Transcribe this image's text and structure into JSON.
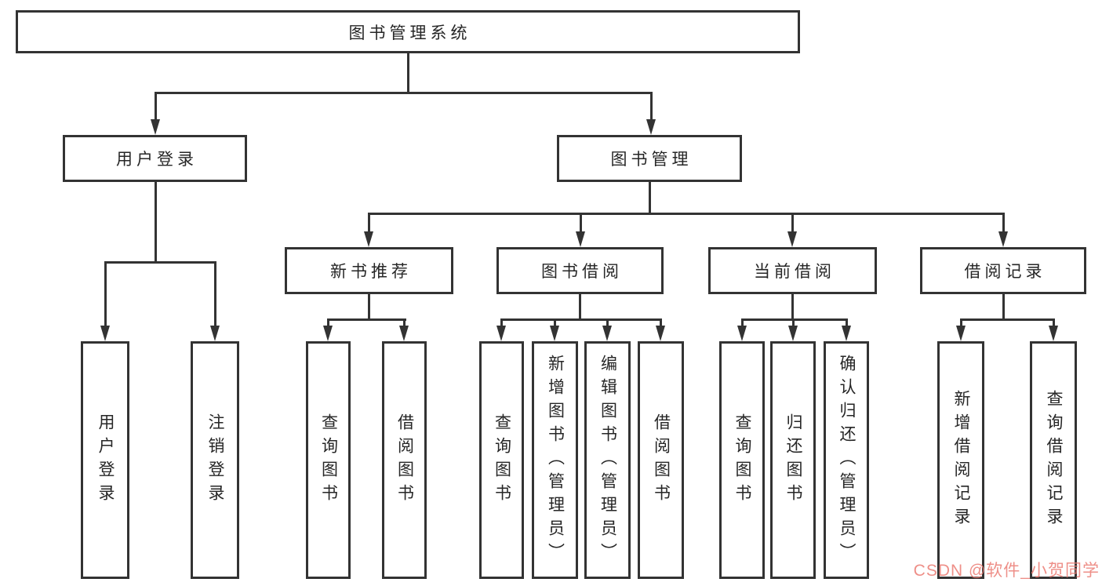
{
  "nodes": {
    "root": "图书管理系统",
    "l2": [
      "用户登录",
      "图书管理"
    ],
    "l3": [
      "新书推荐",
      "图书借阅",
      "当前借阅",
      "借阅记录"
    ],
    "leaves_user": [
      "用户登录",
      "注销登录"
    ],
    "leaves_newbook": [
      "查询图书",
      "借阅图书"
    ],
    "leaves_borrow": [
      "查询图书",
      "新增图书（管理员）",
      "编辑图书（管理员）",
      "借阅图书"
    ],
    "leaves_current": [
      "查询图书",
      "归还图书",
      "确认归还（管理员）"
    ],
    "leaves_record": [
      "新增借阅记录",
      "查询借阅记录"
    ]
  },
  "watermark": "CSDN @软件_小贺同学",
  "colors": {
    "line": "#333333",
    "box_border": "#333333",
    "box_fill": "#ffffff",
    "text": "#262626",
    "watermark": "#eb7b73",
    "background": "#ffffff"
  }
}
